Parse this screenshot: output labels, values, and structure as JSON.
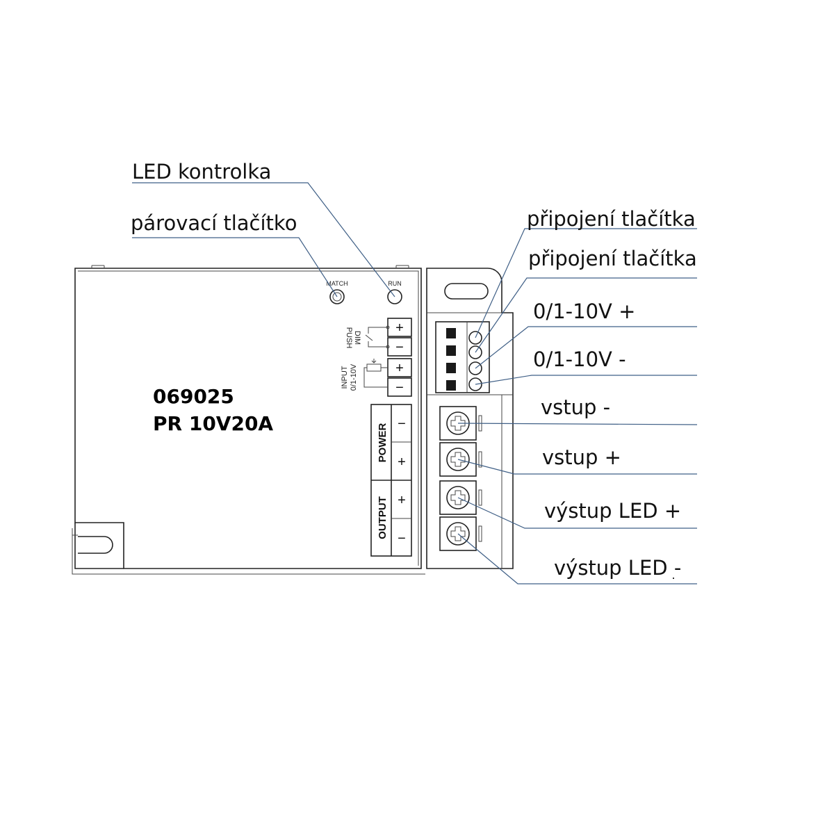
{
  "labels": {
    "led_indicator": "LED kontrolka",
    "pair_button": "párovací tlačítko",
    "button_conn_1": "připojení tlačítka",
    "button_conn_2": "připojení tlačítka",
    "dim_plus": "0/1-10V +",
    "dim_minus": "0/1-10V -",
    "input_minus": "vstup -",
    "input_plus": "vstup +",
    "output_plus": "výstup LED +",
    "output_minus": "výstup LED -"
  },
  "device": {
    "model_code": "069025",
    "model_name": "PR 10V20A",
    "match": "MATCH",
    "run": "RUN",
    "push": "PUSH",
    "dim": "DIM",
    "input": "INPUT",
    "range": "0/1-10V",
    "power": "POWER",
    "output": "OUTPUT",
    "plus": "+",
    "minus": "−"
  }
}
